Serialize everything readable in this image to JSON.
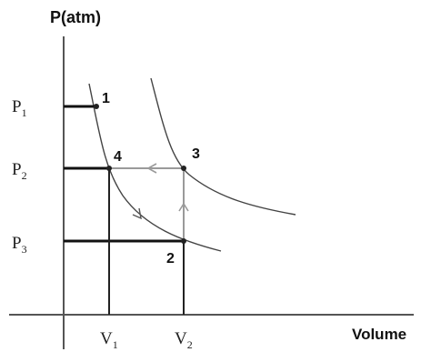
{
  "axes": {
    "y_label": "P(atm)",
    "x_label": "Volume"
  },
  "pressure_levels": [
    {
      "base": "P",
      "sub": "1"
    },
    {
      "base": "P",
      "sub": "2"
    },
    {
      "base": "P",
      "sub": "3"
    }
  ],
  "volume_levels": [
    {
      "base": "V",
      "sub": "1"
    },
    {
      "base": "V",
      "sub": "2"
    }
  ],
  "state_points": [
    "1",
    "2",
    "3",
    "4"
  ]
}
